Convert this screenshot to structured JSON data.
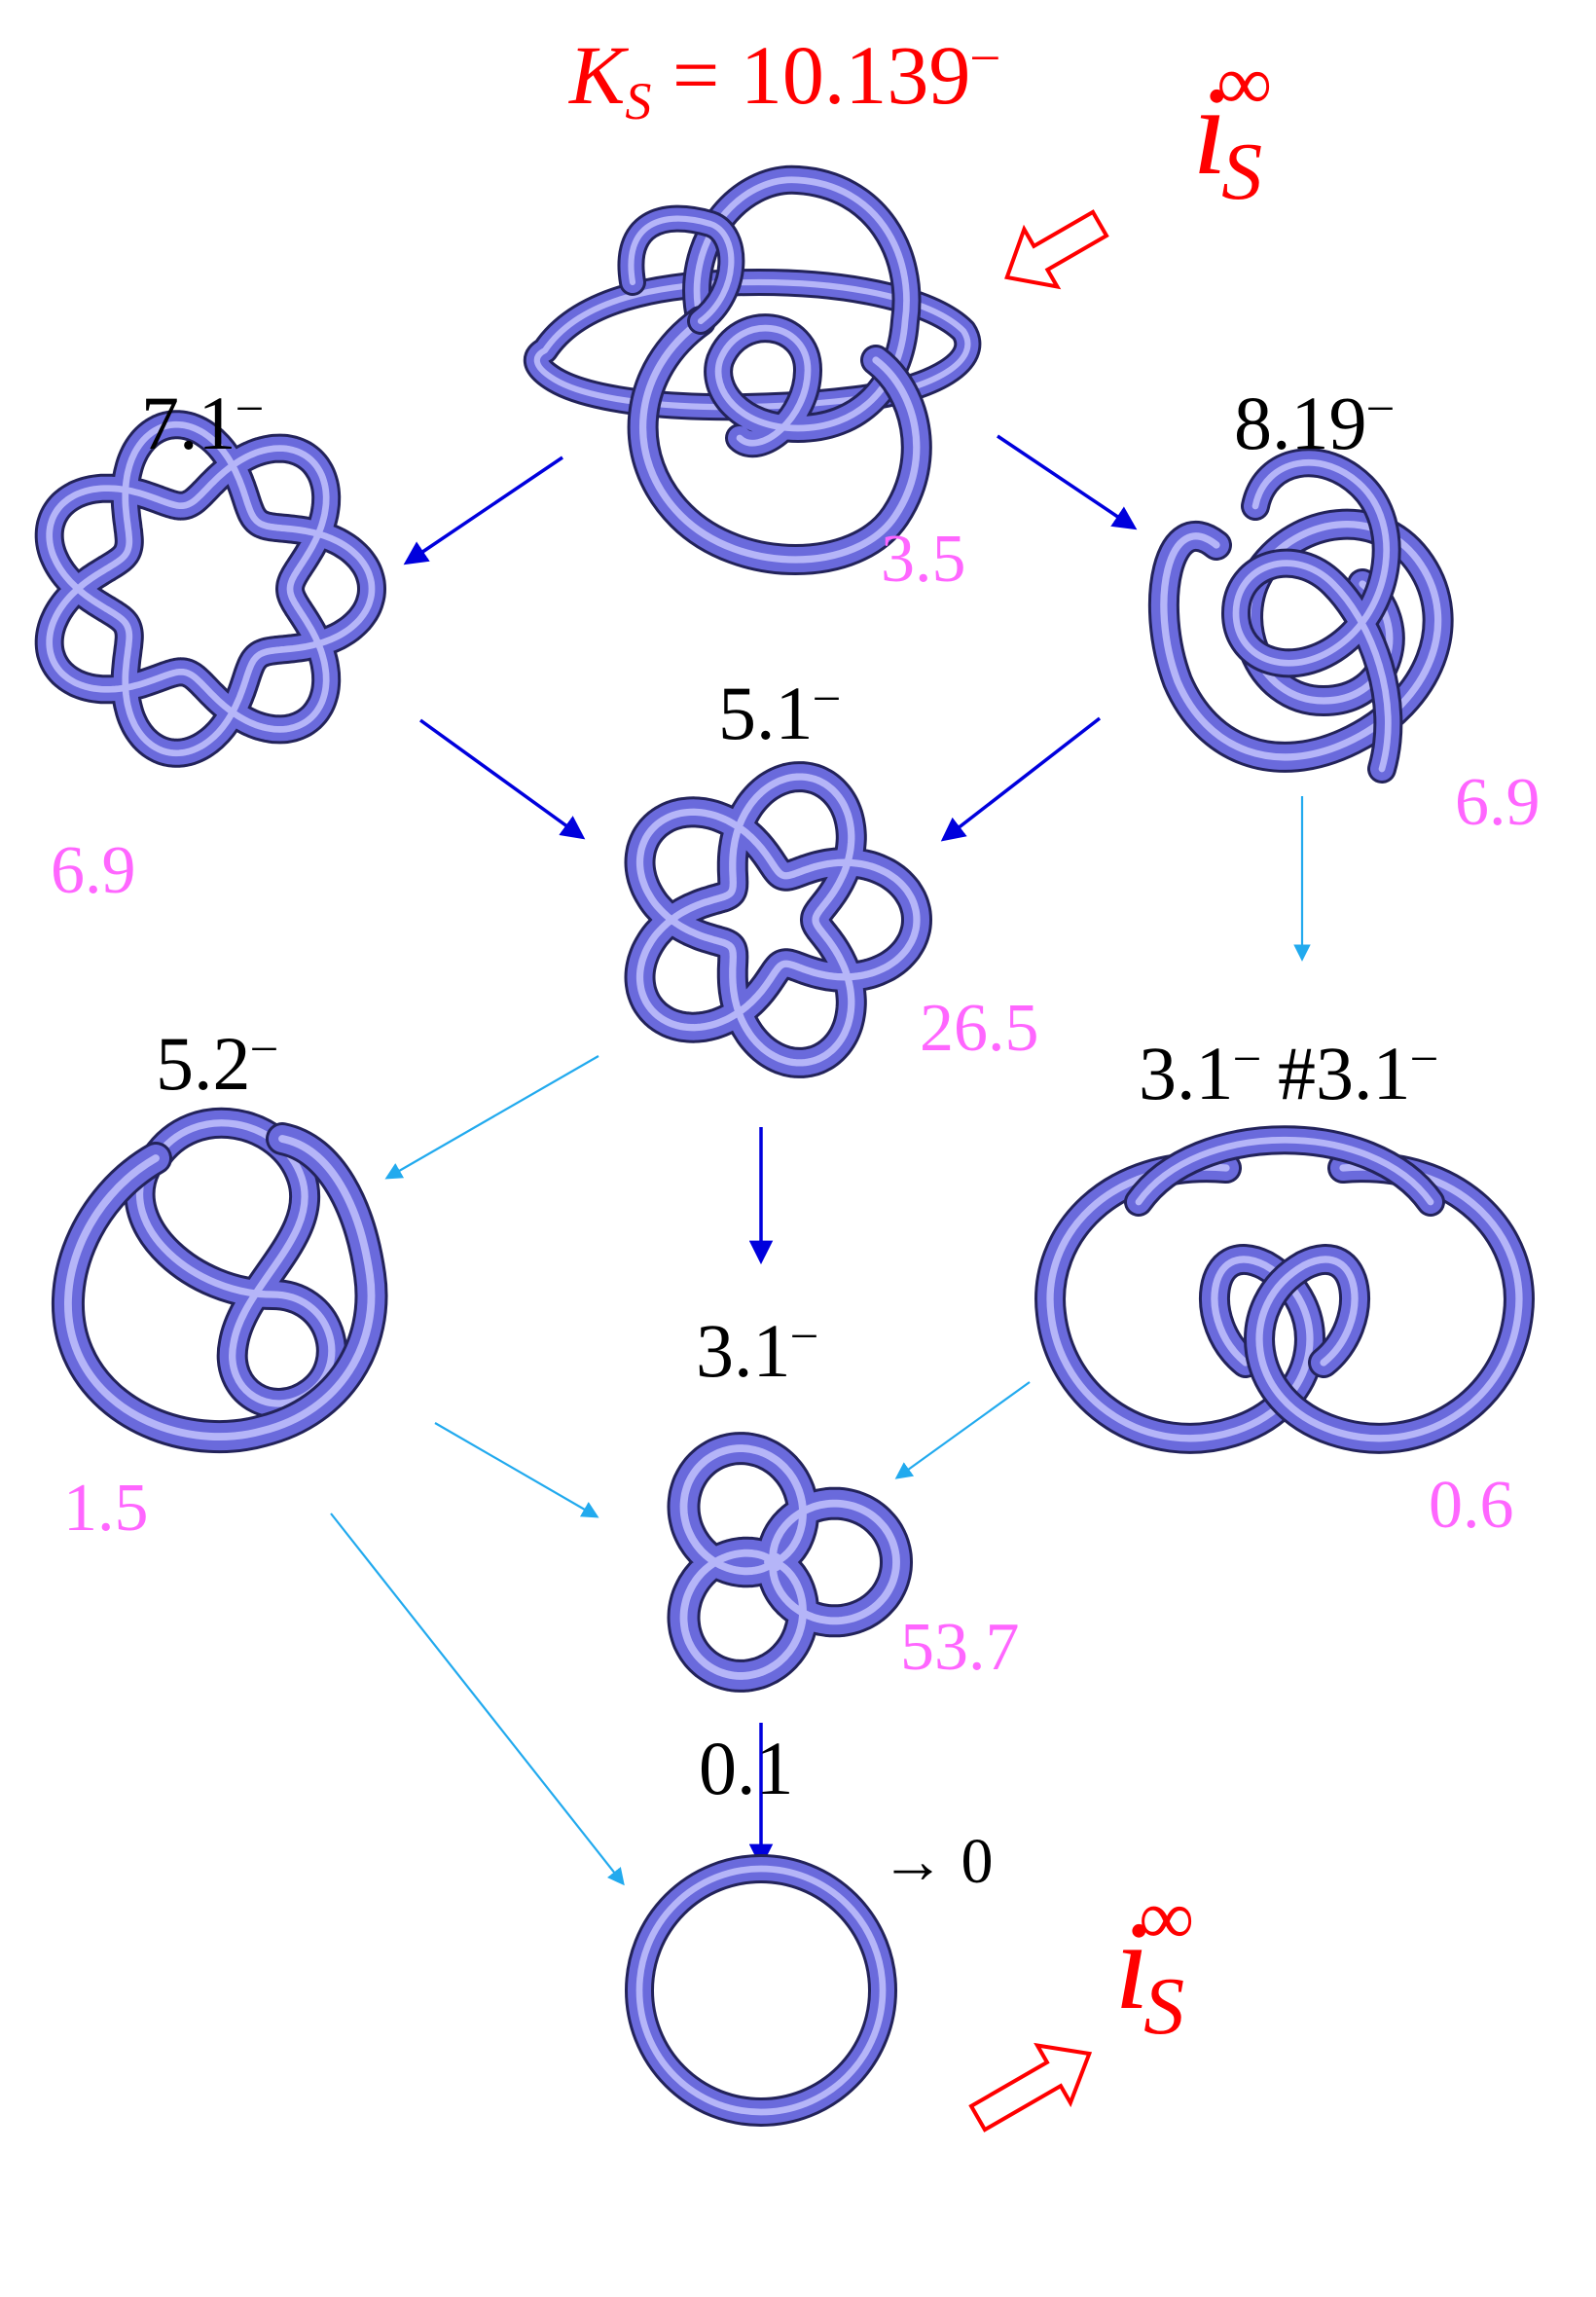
{
  "colors": {
    "tube": "#6a6adc",
    "tube_dark": "#23235a",
    "tube_light": "#c8c8ff",
    "arrow_dark": "#0000dd",
    "arrow_light": "#22aaee",
    "percent": "#ff66ff",
    "red": "#ff0000"
  },
  "title": {
    "k": "K",
    "sub": "S",
    "value": "= 10.139",
    "sup": "–"
  },
  "is_label_top": {
    "i": "i",
    "sub": "S",
    "sup": "∞"
  },
  "is_label_bottom": {
    "i": "i",
    "sub": "S",
    "sup": "∞"
  },
  "limit_label": "→ 0",
  "knots": {
    "k819top": {
      "name": "",
      "percent": "3.5"
    },
    "k71": {
      "name": "7.1",
      "sup": "–",
      "percent": "6.9"
    },
    "k819": {
      "name": "8.19",
      "sup": "–",
      "percent": "6.9"
    },
    "k51": {
      "name": "5.1",
      "sup": "–",
      "percent": "26.5"
    },
    "k52": {
      "name": "5.2",
      "sup": "–",
      "percent": "1.5"
    },
    "k31sum": {
      "name": "3.1",
      "sup": "–",
      "mid": " #3.1",
      "sup2": "–",
      "percent": "0.6"
    },
    "k31": {
      "name": "3.1",
      "sup": "–",
      "percent": "53.7"
    },
    "k01": {
      "name": "0.1",
      "percent": ""
    }
  },
  "edges": [
    {
      "from": "top",
      "to": "7.1",
      "style": "dark"
    },
    {
      "from": "top",
      "to": "8.19",
      "style": "dark"
    },
    {
      "from": "7.1",
      "to": "5.1",
      "style": "dark"
    },
    {
      "from": "8.19",
      "to": "5.1",
      "style": "dark"
    },
    {
      "from": "8.19",
      "to": "3.1#3.1",
      "style": "light"
    },
    {
      "from": "5.1",
      "to": "5.2",
      "style": "light"
    },
    {
      "from": "5.1",
      "to": "3.1",
      "style": "dark"
    },
    {
      "from": "5.2",
      "to": "3.1",
      "style": "light"
    },
    {
      "from": "3.1#3.1",
      "to": "3.1",
      "style": "light"
    },
    {
      "from": "5.2",
      "to": "0.1",
      "style": "light"
    },
    {
      "from": "3.1",
      "to": "0.1",
      "style": "dark"
    }
  ]
}
